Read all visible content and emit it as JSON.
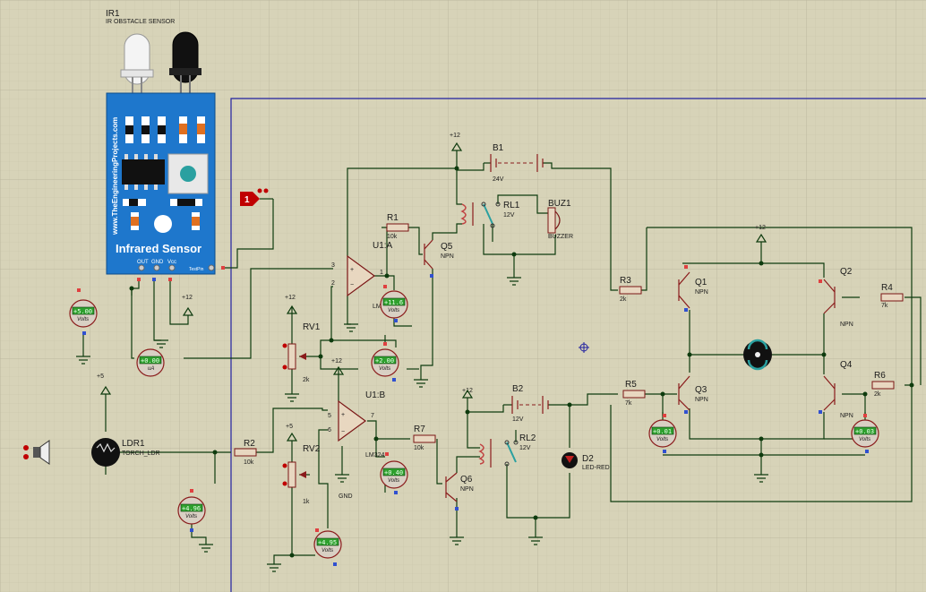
{
  "ir": {
    "ref": "IR1",
    "desc": "IR OBSTACLE SENSOR",
    "url": "www.TheEngineeringProjects.com",
    "title": "Infrared Sensor",
    "pin_out": "OUT",
    "pin_gnd": "GND",
    "pin_vcc": "Vcc",
    "pin_test": "TestPin"
  },
  "ldr": {
    "ref": "LDR1",
    "desc": "TORCH_LDR"
  },
  "opamp": {
    "a": "U1:A",
    "b": "U1:B",
    "part": "LM324",
    "gnd": "GND"
  },
  "components": {
    "R1": {
      "ref": "R1",
      "val": "10k"
    },
    "R2": {
      "ref": "R2",
      "val": "10k"
    },
    "R3": {
      "ref": "R3",
      "val": "2k"
    },
    "R4": {
      "ref": "R4",
      "val": "7k"
    },
    "R5": {
      "ref": "R5",
      "val": "7k"
    },
    "R6": {
      "ref": "R6",
      "val": "2k"
    },
    "R7": {
      "ref": "R7",
      "val": "10k"
    },
    "RV1": {
      "ref": "RV1",
      "val": "2k"
    },
    "RV2": {
      "ref": "RV2",
      "val": "1k"
    },
    "Q1": {
      "ref": "Q1",
      "type": "NPN"
    },
    "Q2": {
      "ref": "Q2",
      "type": "NPN"
    },
    "Q3": {
      "ref": "Q3",
      "type": "NPN"
    },
    "Q4": {
      "ref": "Q4",
      "type": "NPN"
    },
    "Q5": {
      "ref": "Q5",
      "type": "NPN"
    },
    "Q6": {
      "ref": "Q6",
      "type": "NPN"
    },
    "B1": {
      "ref": "B1",
      "val": "24V"
    },
    "B2": {
      "ref": "B2",
      "val": "12V"
    },
    "RL1": {
      "ref": "RL1",
      "val": "12V"
    },
    "RL2": {
      "ref": "RL2",
      "val": "12V"
    },
    "BUZ1": {
      "ref": "BUZ1",
      "val": "BUZZER"
    },
    "D2": {
      "ref": "D2",
      "val": "LED-RED"
    }
  },
  "rails": {
    "p12": "+12",
    "p5": "+5"
  },
  "terminal": {
    "label": "1"
  },
  "meters": [
    {
      "id": "m-ir-vcc",
      "reading": "+5.00",
      "unit": "Volts"
    },
    {
      "id": "m-ir-out",
      "reading": "+0.00",
      "unit": "uA"
    },
    {
      "id": "m-u1a-out",
      "reading": "+11.6",
      "unit": "Volts"
    },
    {
      "id": "m-rv1",
      "reading": "+2.00",
      "unit": "Volts"
    },
    {
      "id": "m-ldr",
      "reading": "+4.96",
      "unit": "Volts"
    },
    {
      "id": "m-rv2",
      "reading": "+4.95",
      "unit": "Volts"
    },
    {
      "id": "m-u1b-out",
      "reading": "+0.40",
      "unit": "Volts"
    },
    {
      "id": "m-q3",
      "reading": "+0.01",
      "unit": "Volts"
    },
    {
      "id": "m-q4",
      "reading": "+0.03",
      "unit": "Volts"
    }
  ]
}
